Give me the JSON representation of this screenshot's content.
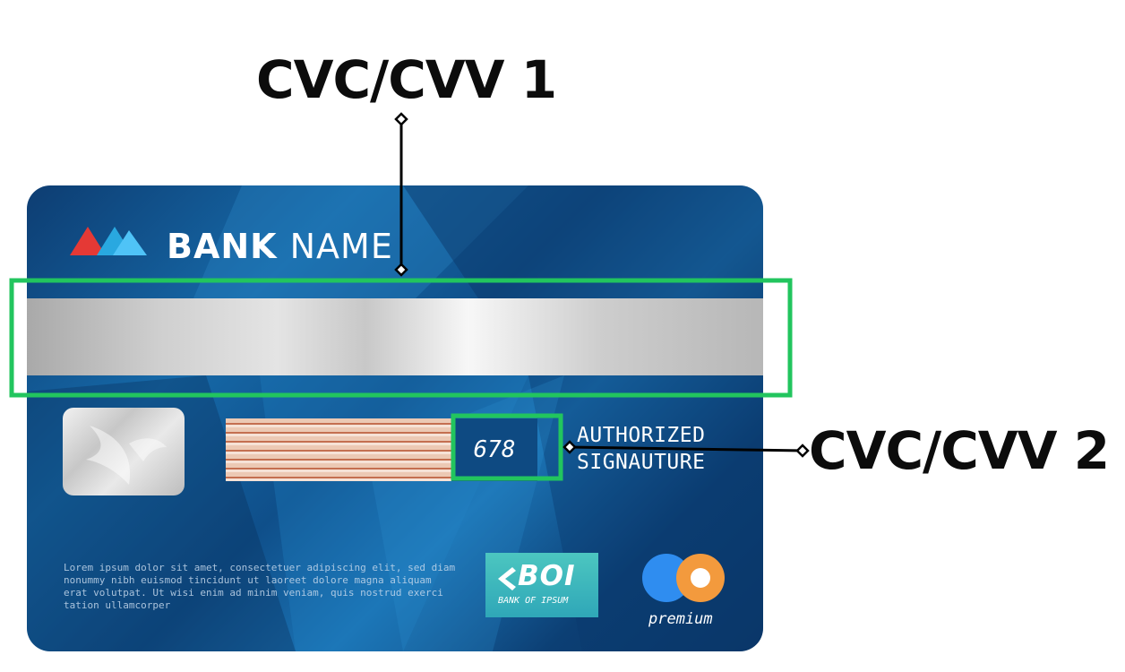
{
  "callouts": {
    "label_1": "CVC/CVV 1",
    "label_2": "CVC/CVV 2"
  },
  "card": {
    "bank_name_bold": "BANK",
    "bank_name_light": "NAME",
    "cvv_value": "678",
    "authorized_line_1": "AUTHORIZED",
    "authorized_line_2": "SIGNAUTURE",
    "fine_print": "Lorem ipsum dolor sit amet, consectetuer adipiscing elit, sed diam nonummy nibh euismod tincidunt ut laoreet dolore magna aliquam erat volutpat. Ut wisi enim ad minim veniam, quis nostrud exerci tation ullamcorper",
    "issuer_logo_main": "BOI",
    "issuer_logo_sub": "BANK OF IPSUM",
    "network_label": "premium"
  },
  "colors": {
    "highlight": "#22c55e",
    "leader": "#000000",
    "card_blue": "#1669a8",
    "logo_red": "#e53935",
    "logo_blue": "#29a8e0",
    "network_blue": "#2f8df0",
    "network_orange": "#f39a3d"
  }
}
